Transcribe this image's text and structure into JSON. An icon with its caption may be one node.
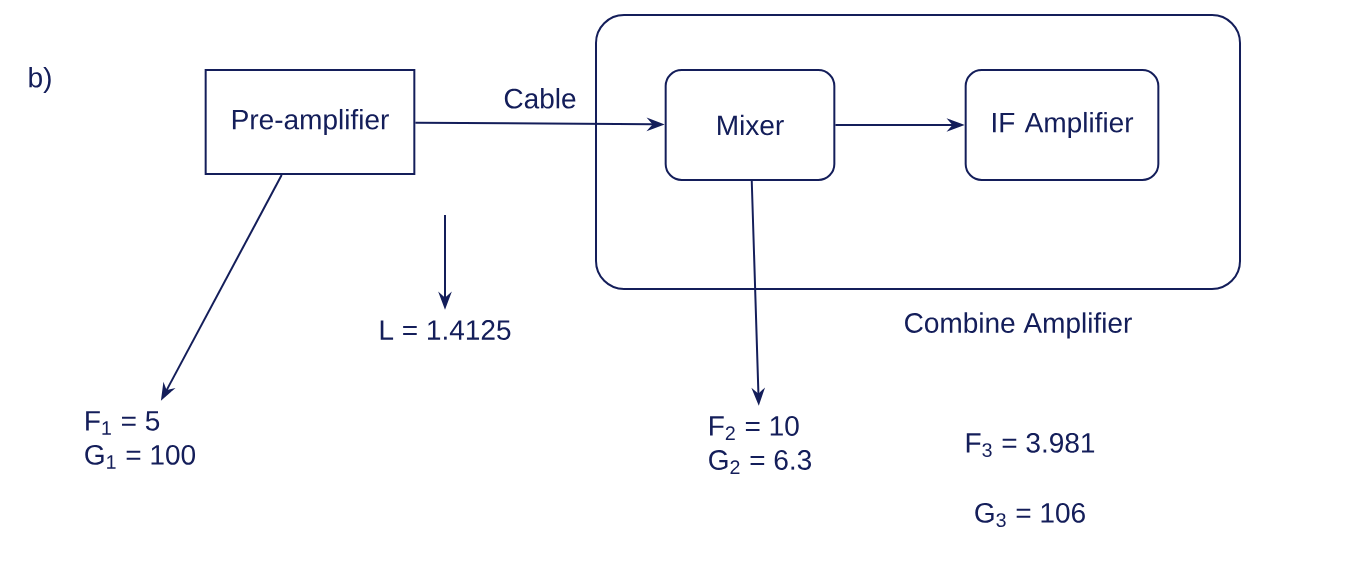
{
  "diagram": {
    "nodes": [
      {
        "text": [
          "Pre-amplifier"
        ]
      },
      {
        "text": [
          "Combine Amplifier"
        ]
      },
      {
        "text": [
          "Mixer"
        ],
        "in": 1
      },
      {
        "text": [
          "IF Amplifier"
        ],
        "in": 1
      },
      {
        "text": [
          "F$_{1}$ = 5",
          "G$_{1}$ = 100"
        ]
      },
      {
        "text": [
          "L = 1.4125"
        ]
      },
      {
        "text": [
          "F$_{2}$ = 10",
          "G$_{2}$ = 6.3"
        ]
      }
    ],
    "edges": [
      {
        "from": 0,
        "to": 2,
        "arrow": "to",
        "label": "Cable"
      },
      {
        "from": 2,
        "to": 3,
        "arrow": "to"
      },
      {
        "from": 0,
        "to": 4,
        "arrow": "to"
      },
      {
        "from": null,
        "to": 5,
        "arrow": "to"
      },
      {
        "from": 2,
        "to": 6,
        "arrow": "to"
      }
    ],
    "labels": [
      "b)",
      "F$_{3}$ = 3.981",
      "G$_{3}$ = 106"
    ]
  }
}
